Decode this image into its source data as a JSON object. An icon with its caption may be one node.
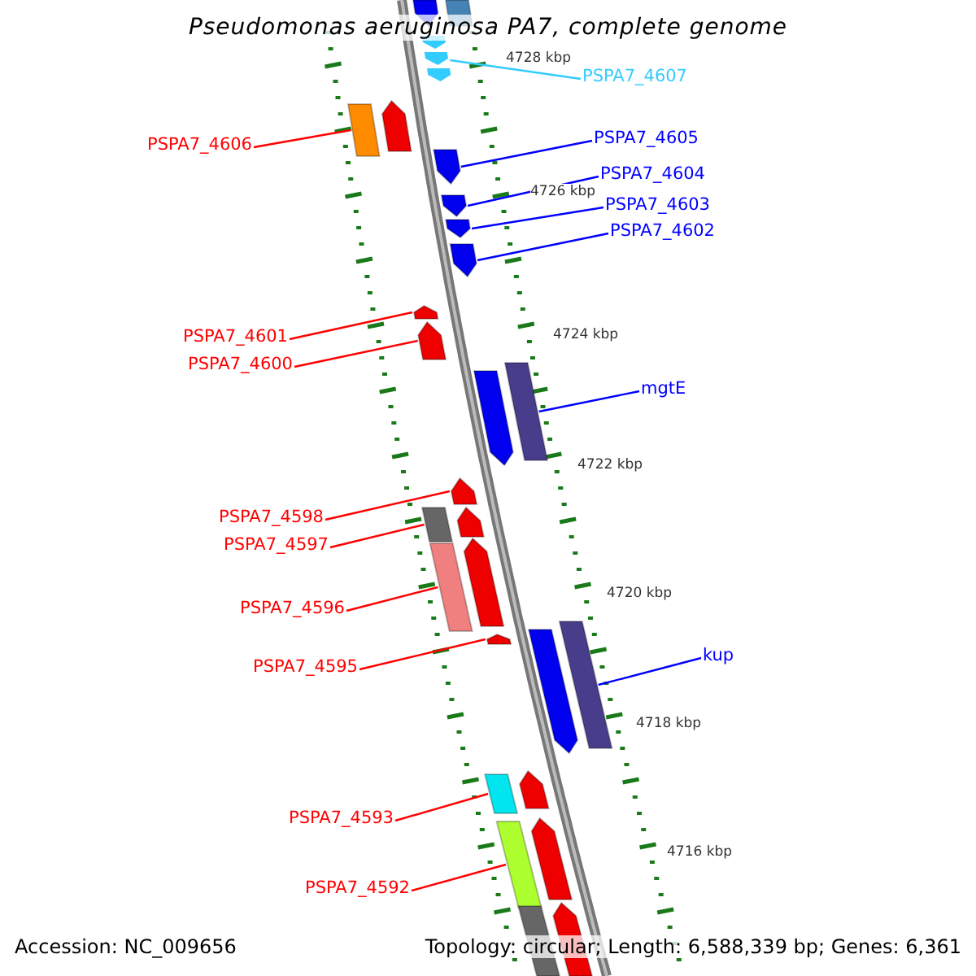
{
  "diagram": {
    "title": "Pseudomonas aeruginosa PA7, complete genome",
    "nodes": [
      {
        "text": [
          "PSPA7_4607"
        ]
      },
      {
        "text": [
          "PSPA7_4605"
        ]
      },
      {
        "text": [
          "PSPA7_4606"
        ]
      },
      {
        "text": [
          "PSPA7_4604"
        ]
      },
      {
        "text": [
          "PSPA7_4603"
        ]
      },
      {
        "text": [
          "PSPA7_4602"
        ]
      },
      {
        "text": [
          "PSPA7_4601"
        ]
      },
      {
        "text": [
          "PSPA7_4600"
        ]
      },
      {
        "text": [
          "mgtE"
        ]
      },
      {
        "text": [
          "PSPA7_4598"
        ]
      },
      {
        "text": [
          "PSPA7_4597"
        ]
      },
      {
        "text": [
          "PSPA7_4596"
        ]
      },
      {
        "text": [
          "kup"
        ]
      },
      {
        "text": [
          "PSPA7_4595"
        ]
      },
      {
        "text": [
          "PSPA7_4593"
        ]
      },
      {
        "text": [
          "PSPA7_4592"
        ]
      },
      {
        "text": [],
        "shape": "pentagon"
      },
      {
        "text": [],
        "shape": "box"
      },
      {
        "text": [],
        "shape": "pentagon"
      },
      {
        "text": [],
        "shape": "pentagon"
      },
      {
        "text": [],
        "shape": "box"
      },
      {
        "text": [],
        "shape": "pentagon"
      },
      {
        "text": [],
        "shape": "pentagon"
      },
      {
        "text": [],
        "shape": "pentagon"
      },
      {
        "text": [],
        "shape": "pentagon"
      },
      {
        "text": [],
        "shape": "pentagon"
      },
      {
        "text": [],
        "shape": "pentagon"
      },
      {
        "text": [],
        "shape": "box"
      },
      {
        "text": [],
        "shape": "pentagon"
      },
      {
        "text": [],
        "shape": "pentagon"
      },
      {
        "text": [],
        "shape": "box"
      },
      {
        "text": [],
        "shape": "pentagon"
      },
      {
        "text": [],
        "shape": "pentagon"
      },
      {
        "text": [],
        "shape": "box"
      },
      {
        "text": [],
        "shape": "box"
      },
      {
        "text": [],
        "shape": "pentagon"
      },
      {
        "text": [],
        "shape": "pentagon"
      },
      {
        "text": [],
        "shape": "pentagon"
      },
      {
        "text": [],
        "shape": "box"
      },
      {
        "text": [],
        "shape": "pentagon"
      },
      {
        "text": [],
        "shape": "box"
      },
      {
        "text": [],
        "shape": "pentagon"
      },
      {
        "text": [],
        "shape": "box"
      }
    ],
    "edges": [
      {
        "from": 0,
        "to": 18,
        "arrow": "none",
        "color": "#33ccff"
      },
      {
        "from": 1,
        "to": 21,
        "arrow": "none",
        "color": "#0000ff"
      },
      {
        "from": 2,
        "to": 20,
        "arrow": "none"
      },
      {
        "from": 3,
        "to": 22,
        "arrow": "none",
        "color": "#0000ff"
      },
      {
        "from": 4,
        "to": 23,
        "arrow": "none",
        "color": "#0000ff"
      },
      {
        "from": 5,
        "to": 24,
        "arrow": "none",
        "color": "#0000ff"
      },
      {
        "from": 6,
        "to": 25,
        "arrow": "none"
      },
      {
        "from": 7,
        "to": 26,
        "arrow": "none"
      },
      {
        "from": 8,
        "to": 27,
        "arrow": "none",
        "color": "#0000ff"
      },
      {
        "from": 9,
        "to": 29,
        "arrow": "none"
      },
      {
        "from": 10,
        "to": 30,
        "arrow": "none"
      },
      {
        "from": 11,
        "to": 33,
        "arrow": "none"
      },
      {
        "from": 12,
        "to": 34,
        "arrow": "none",
        "color": "#0000ff"
      },
      {
        "from": 13,
        "to": 36,
        "arrow": "none"
      },
      {
        "from": 14,
        "to": 38,
        "arrow": "none"
      },
      {
        "from": 15,
        "to": 40,
        "arrow": "none"
      }
    ],
    "labels": [
      "4728 kbp",
      "4726 kbp",
      "4724 kbp",
      "4722 kbp",
      "4720 kbp",
      "4718 kbp",
      "4716 kbp",
      "Accession: NC_009656",
      "Topology: circular; Length: 6,588,339 bp; Genes: 6,361"
    ]
  }
}
